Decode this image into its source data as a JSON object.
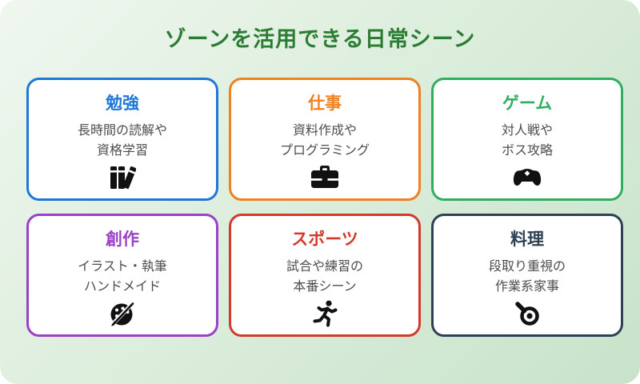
{
  "page": {
    "title": "ゾーンを活用できる日常シーン",
    "title_color": "#2b7d33",
    "background_from": "#eff7ef",
    "background_to": "#c8e3ca",
    "card_background": "#ffffff",
    "body_text_color": "#4d4d4d"
  },
  "cards": [
    {
      "id": "study",
      "label": "勉強",
      "color": "#1f78d8",
      "lines": [
        "長時間の読解や",
        "資格学習"
      ],
      "icon": "books-icon"
    },
    {
      "id": "work",
      "label": "仕事",
      "color": "#ef8122",
      "lines": [
        "資料作成や",
        "プログラミング"
      ],
      "icon": "briefcase-icon"
    },
    {
      "id": "game",
      "label": "ゲーム",
      "color": "#2fae5f",
      "lines": [
        "対人戦や",
        "ボス攻略"
      ],
      "icon": "gamepad-icon"
    },
    {
      "id": "creation",
      "label": "創作",
      "color": "#9a41c8",
      "lines": [
        "イラスト・執筆",
        "ハンドメイド"
      ],
      "icon": "palette-icon"
    },
    {
      "id": "sports",
      "label": "スポーツ",
      "color": "#d23b2b",
      "lines": [
        "試合や練習の",
        "本番シーン"
      ],
      "icon": "runner-icon"
    },
    {
      "id": "cooking",
      "label": "料理",
      "color": "#2e4053",
      "lines": [
        "段取り重視の",
        "作業系家事"
      ],
      "icon": "frying-pan-icon"
    }
  ]
}
